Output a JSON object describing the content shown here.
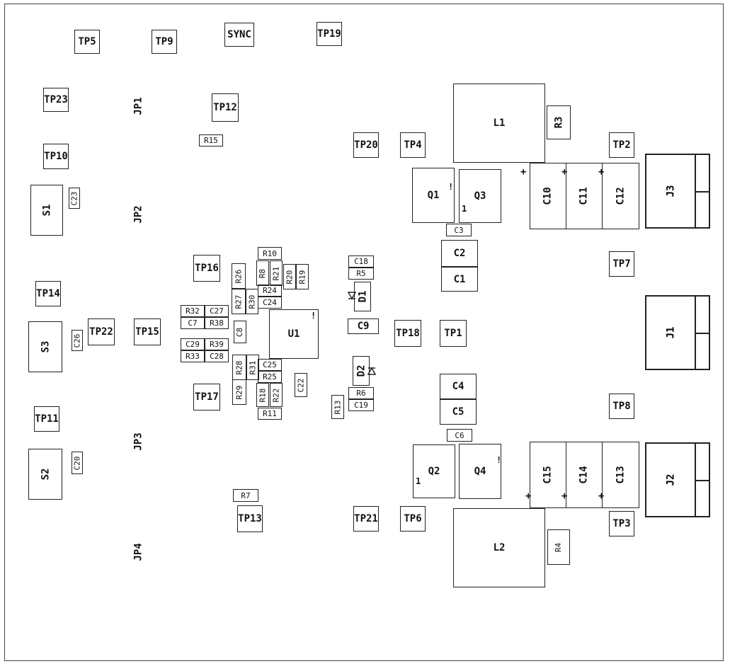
{
  "testpoints": {
    "tp5": "TP5",
    "tp9": "TP9",
    "sync": "SYNC",
    "tp19": "TP19",
    "tp23": "TP23",
    "tp12": "TP12",
    "tp10": "TP10",
    "tp20": "TP20",
    "tp4": "TP4",
    "tp2": "TP2",
    "tp16": "TP16",
    "tp7": "TP7",
    "tp14": "TP14",
    "tp22": "TP22",
    "tp15": "TP15",
    "tp18": "TP18",
    "tp1": "TP1",
    "tp17": "TP17",
    "tp8": "TP8",
    "tp11": "TP11",
    "tp13": "TP13",
    "tp21": "TP21",
    "tp6": "TP6",
    "tp3": "TP3"
  },
  "jumpers": {
    "jp1": "JP1",
    "jp2": "JP2",
    "jp3": "JP3",
    "jp4": "JP4"
  },
  "switches": {
    "s1": "S1",
    "s3": "S3",
    "s2": "S2"
  },
  "resistors": {
    "r15": "R15",
    "r3": "R3",
    "r10": "R10",
    "r26": "R26",
    "r8": "R8",
    "r21": "R21",
    "r20": "R20",
    "r19": "R19",
    "r5": "R5",
    "r24": "R24",
    "r27": "R27",
    "r30": "R30",
    "r32": "R32",
    "r38": "R38",
    "r39": "R39",
    "r33": "R33",
    "r28": "R28",
    "r31": "R31",
    "r25": "R25",
    "r29": "R29",
    "r18": "R18",
    "r22": "R22",
    "r11": "R11",
    "r6": "R6",
    "r13": "R13",
    "r7": "R7",
    "r4": "R4"
  },
  "capacitors": {
    "c23": "C23",
    "c3": "C3",
    "c2": "C2",
    "c1": "C1",
    "c18": "C18",
    "c24": "C24",
    "c27": "C27",
    "c7": "C7",
    "c8": "C8",
    "c9": "C9",
    "c26": "C26",
    "c29": "C29",
    "c28": "C28",
    "c25": "C25",
    "c22": "C22",
    "c19": "C19",
    "c4": "C4",
    "c5": "C5",
    "c6": "C6",
    "c20": "C20",
    "c10": "C10",
    "c11": "C11",
    "c12": "C12",
    "c15": "C15",
    "c14": "C14",
    "c13": "C13"
  },
  "inductors": {
    "l1": "L1",
    "l2": "L2"
  },
  "transistors": {
    "q1": "Q1",
    "q3": "Q3",
    "q2": "Q2",
    "q4": "Q4"
  },
  "diodes": {
    "d1": "D1",
    "d2": "D2"
  },
  "ic": {
    "u1": "U1"
  },
  "connectors": {
    "j3": "J3",
    "j1": "J1",
    "j2": "J2"
  },
  "marks": {
    "pin1": "1",
    "tick": "!",
    "plus": "+"
  },
  "colors": {
    "ink": "#222222",
    "background": "#ffffff"
  }
}
